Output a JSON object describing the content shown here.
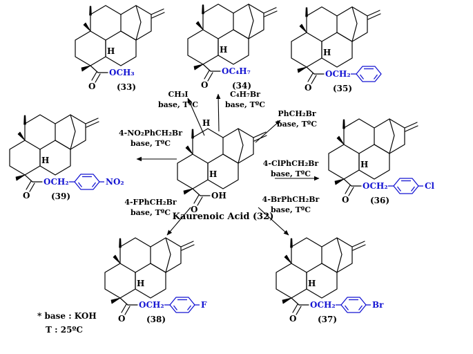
{
  "scheme": {
    "center_name": "Kaurenoic Acid (32)",
    "footnote_base": "* base : KOH",
    "footnote_temp": "T : 25ºC"
  },
  "labels": {
    "h": "H",
    "o": "O",
    "acid_oh": "OH"
  },
  "compounds": {
    "c33": {
      "ester": "OCH₃",
      "num": "(33)"
    },
    "c34": {
      "ester": "OC₄H₇",
      "num": "(34)"
    },
    "c35": {
      "ester": "OCH₂",
      "num": "(35)"
    },
    "c36": {
      "ester": "OCH₂",
      "num": "(36)",
      "sub": "Cl"
    },
    "c37": {
      "ester": "OCH₂",
      "num": "(37)",
      "sub": "Br"
    },
    "c38": {
      "ester": "OCH₂",
      "num": "(38)",
      "sub": "F"
    },
    "c39": {
      "ester": "OCH₂",
      "num": "(39)",
      "sub": "NO₂"
    }
  },
  "reagents": {
    "r33": {
      "reagent": "CH₃I",
      "conditions": "base, TºC"
    },
    "r34": {
      "reagent": "C₄H₇Br",
      "conditions": "base, TºC"
    },
    "r35": {
      "reagent": "PhCH₂Br",
      "conditions": "base, TºC"
    },
    "r36": {
      "reagent": "4-ClPhCH₂Br",
      "conditions": "base, TºC"
    },
    "r37": {
      "reagent": "4-BrPhCH₂Br",
      "conditions": "base, TºC"
    },
    "r38": {
      "reagent": "4-FPhCH₂Br",
      "conditions": "base, TºC"
    },
    "r39": {
      "reagent": "4-NO₂PhCH₂Br",
      "conditions": "base, TºC"
    }
  },
  "colors": {
    "ester_blue": "#1414d2",
    "bond_black": "#000000",
    "background": "#ffffff"
  }
}
